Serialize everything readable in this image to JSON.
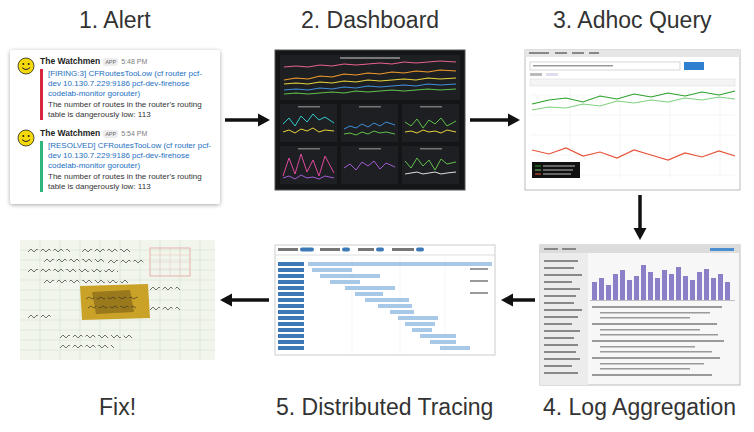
{
  "diagram": {
    "nodes": [
      {
        "text": [
          "1. Alert",
          "The Watchmen",
          "APP",
          "5:48 PM",
          "[FIRING:3] CFRoutesTooLow (cf router pcf-dev 10.130.7.229:9186 pcf-dev-firehose codelab-monitor gorouter)",
          "The number of routes in the router's routing table is dangerously low: 113",
          "The Watchmen",
          "APP",
          "5:54 PM",
          "[RESOLVED] CFRoutesTooLow (cf router pcf-dev 10.130.7.229:9186 pcf-dev-firehose codelab-monitor gorouter)",
          "The number of routes in the router's routing table is dangerously low: 113"
        ]
      },
      {
        "text": [
          "2. Dashboard"
        ]
      },
      {
        "text": [
          "3. Adhoc Query"
        ]
      },
      {
        "text": [
          "4. Log Aggregation"
        ]
      },
      {
        "text": [
          "5. Distributed Tracing"
        ]
      },
      {
        "text": [
          "Fix!"
        ]
      }
    ],
    "edges": [
      {
        "from": 0,
        "to": 1,
        "arrow": "to"
      },
      {
        "from": 1,
        "to": 2,
        "arrow": "to"
      },
      {
        "from": 2,
        "to": 3,
        "arrow": "to"
      },
      {
        "from": 3,
        "to": 4,
        "arrow": "to"
      },
      {
        "from": 4,
        "to": 5,
        "arrow": "to"
      }
    ]
  }
}
